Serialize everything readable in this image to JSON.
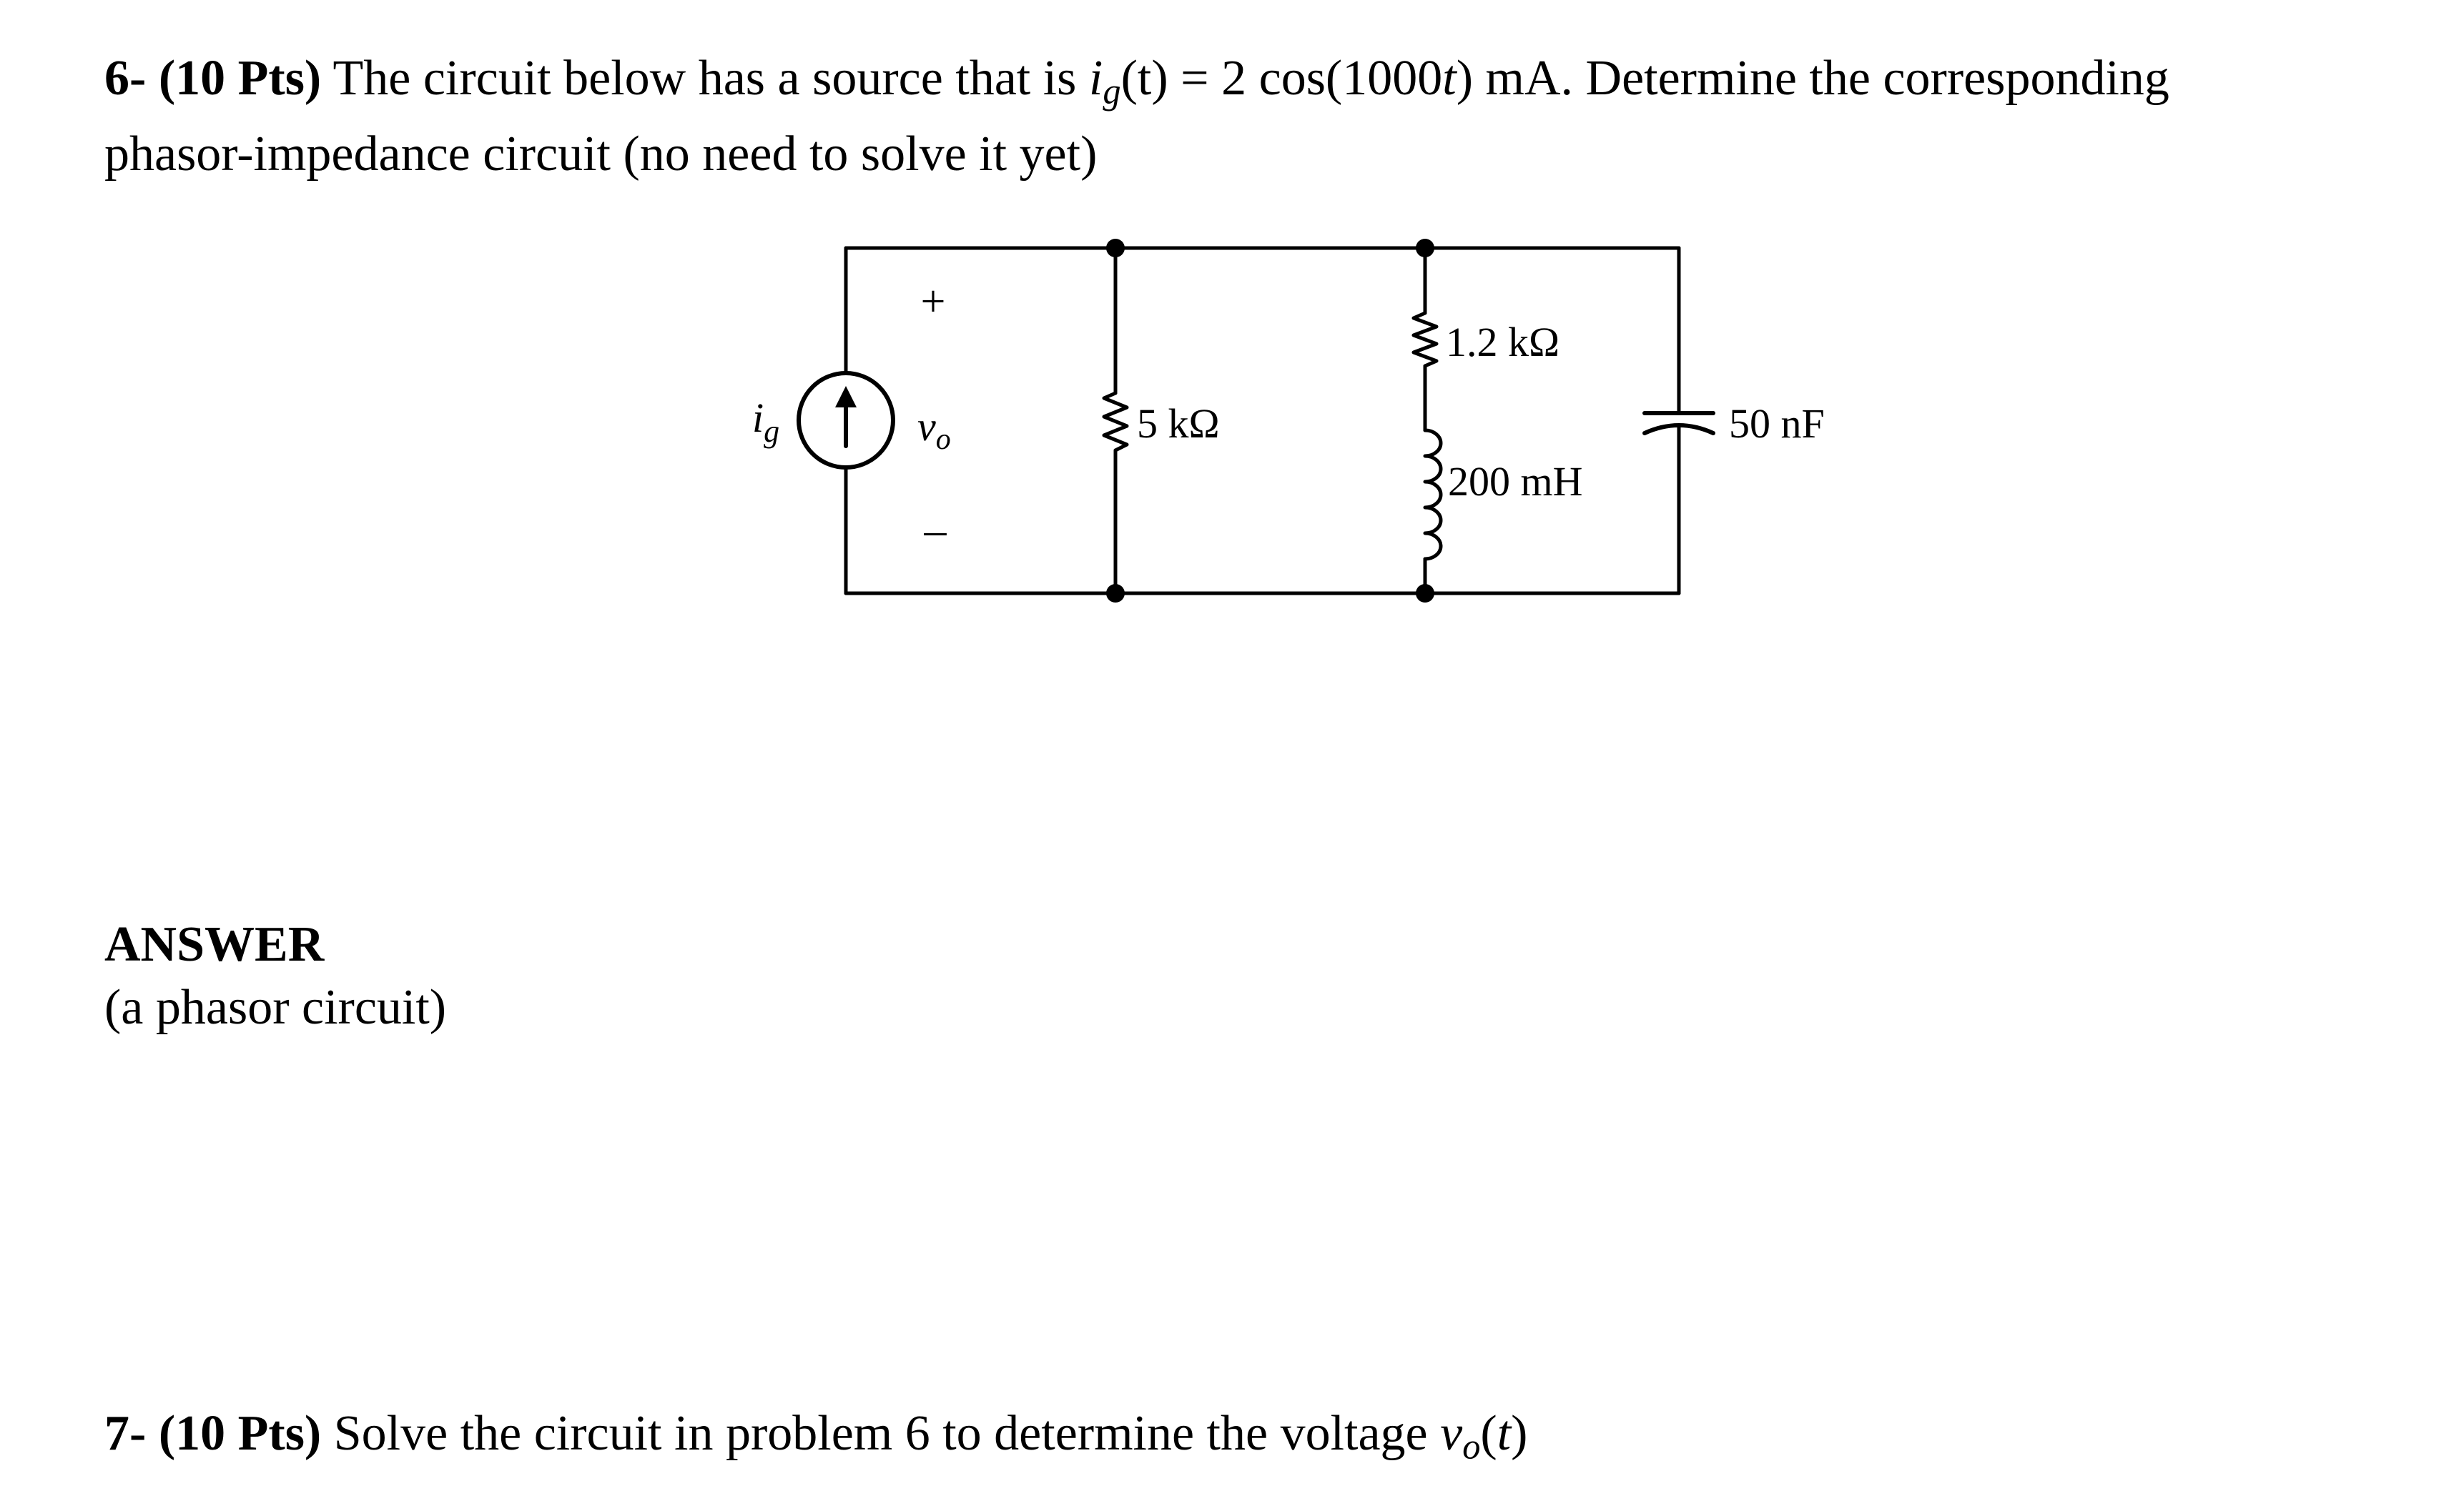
{
  "q6": {
    "number": "6-",
    "points": "(10 Pts)",
    "text_a": "The circuit below has a source that is ",
    "var_i": "i",
    "var_sub": "g",
    "text_b": "(t) = 2 cos(1000",
    "var_t": "t",
    "text_c": ") mA.  Determine the corresponding",
    "line2": "phasor-impedance circuit (no need to solve it yet)"
  },
  "circuit": {
    "source_label_i": "i",
    "source_label_sub": "g",
    "plus": "+",
    "minus": "–",
    "vo_label_v": "v",
    "vo_label_sub": "o",
    "r1": "5 kΩ",
    "r2": "1.2 kΩ",
    "inductor": "200 mH",
    "capacitor": "50 nF"
  },
  "answer": {
    "title": "ANSWER",
    "subtitle": "(a phasor circuit)"
  },
  "q7": {
    "number": "7-",
    "points": "(10 Pts)",
    "text_a": "Solve the circuit in problem 6 to determine the voltage ",
    "var_v": "v",
    "var_sub": "o",
    "text_b": "(",
    "var_t": "t",
    "text_c": ")"
  }
}
